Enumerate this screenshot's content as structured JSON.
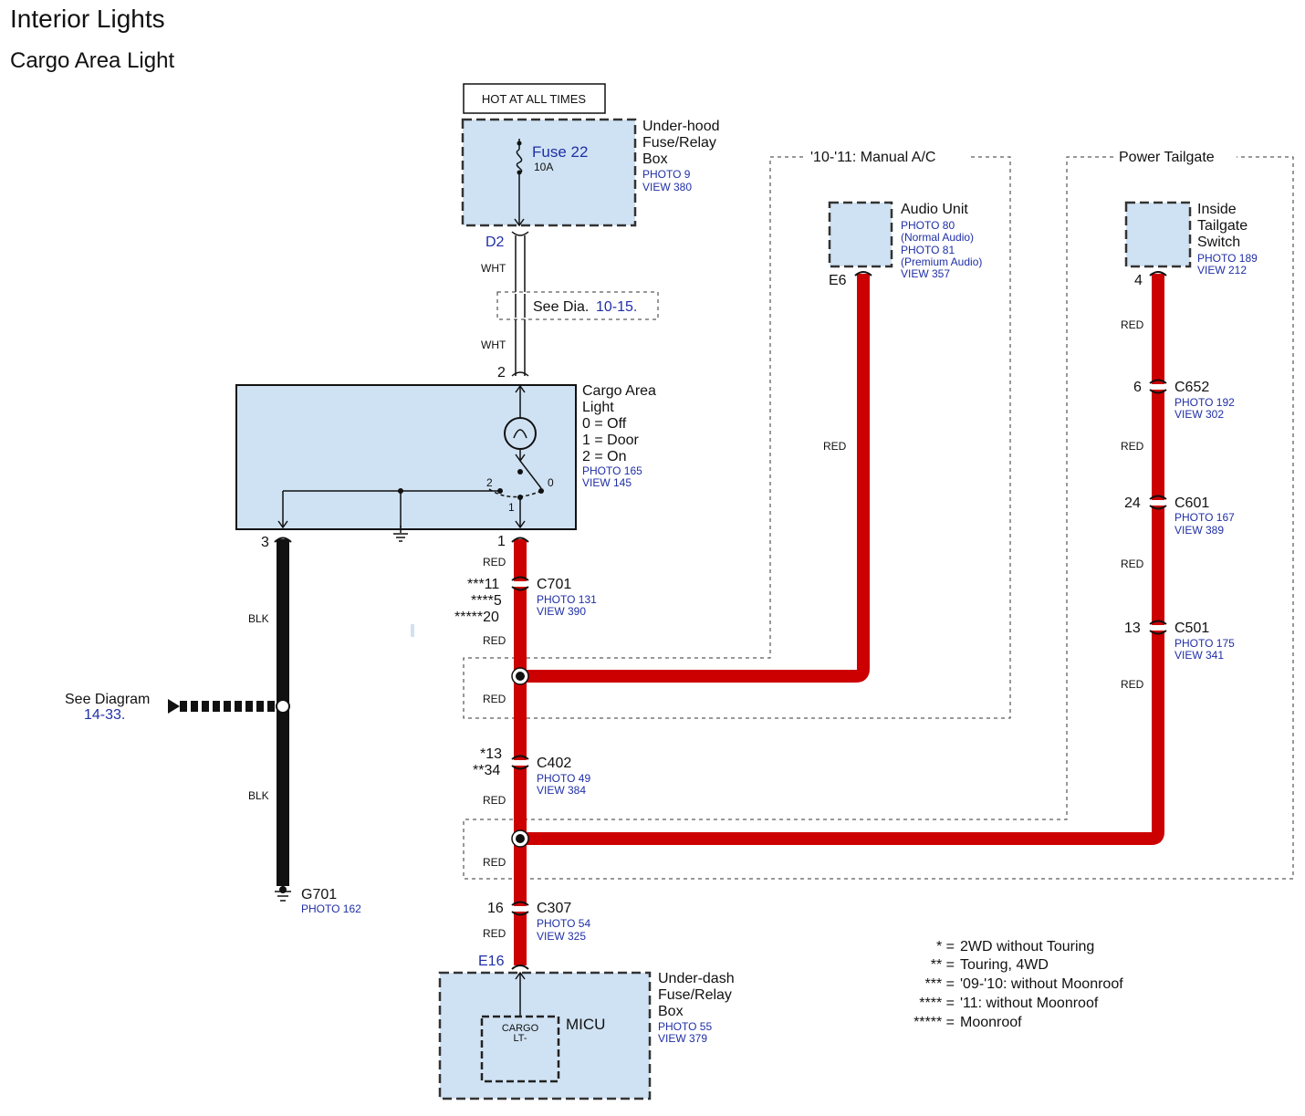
{
  "header": {
    "title": "Interior Lights",
    "subtitle": "Cargo Area Light"
  },
  "colors": {
    "wire_red": "#cc0000",
    "wire_black": "#111111",
    "component_fill": "#cfe2f3",
    "ref_blue": "#1f2fa6"
  },
  "hot_label": "HOT AT ALL TIMES",
  "fuse": {
    "name": "Fuse 22",
    "rating": "10A"
  },
  "underhood_box": {
    "line1": "Under-hood",
    "line2": "Fuse/Relay",
    "line3": "Box",
    "photo": "PHOTO 9",
    "view": "VIEW 380"
  },
  "terminals": {
    "d2": "D2",
    "e6": "E6",
    "e16": "E16",
    "t4": "4",
    "t2": "2",
    "t1": "1",
    "t3": "3"
  },
  "wire_labels": {
    "wht": "WHT",
    "red": "RED",
    "blk": "BLK"
  },
  "see_dia": {
    "prefix": "See Dia.",
    "ref": "10-15."
  },
  "cargo_light": {
    "line1": "Cargo Area",
    "line2": "Light",
    "pos0": "0 = Off",
    "pos1": "1 = Door",
    "pos2": "2 = On",
    "photo": "PHOTO 165",
    "view": "VIEW 145",
    "sw0": "0",
    "sw1": "1",
    "sw2": "2"
  },
  "manual_ac_region": "'10-'11: Manual A/C",
  "power_tailgate_region": "Power Tailgate",
  "audio_unit": {
    "name": "Audio Unit",
    "photo80": "PHOTO 80",
    "normal": "(Normal Audio)",
    "photo81": "PHOTO 81",
    "premium": "(Premium Audio)",
    "view": "VIEW 357"
  },
  "tailgate_switch": {
    "line1": "Inside",
    "line2": "Tailgate",
    "line3": "Switch",
    "photo": "PHOTO 189",
    "view": "VIEW 212"
  },
  "c652": {
    "name": "C652",
    "pin": "6",
    "photo": "PHOTO 192",
    "view": "VIEW 302"
  },
  "c601": {
    "name": "C601",
    "pin": "24",
    "photo": "PHOTO 167",
    "view": "VIEW 389"
  },
  "c501": {
    "name": "C501",
    "pin": "13",
    "photo": "PHOTO 175",
    "view": "VIEW 341"
  },
  "c701": {
    "name": "C701",
    "pin_a": "***11",
    "pin_b": "****5",
    "pin_c": "*****20",
    "photo": "PHOTO 131",
    "view": "VIEW 390"
  },
  "c402": {
    "name": "C402",
    "pin_a": "*13",
    "pin_b": "**34",
    "photo": "PHOTO 49",
    "view": "VIEW 384"
  },
  "c307": {
    "name": "C307",
    "pin": "16",
    "photo": "PHOTO 54",
    "view": "VIEW 325"
  },
  "see_diagram_left": {
    "prefix": "See Diagram",
    "ref": "14-33."
  },
  "g701": {
    "name": "G701",
    "photo": "PHOTO 162"
  },
  "underdash_box": {
    "line1": "Under-dash",
    "line2": "Fuse/Relay",
    "line3": "Box",
    "photo": "PHOTO 55",
    "view": "VIEW 379"
  },
  "micu": {
    "name": "MICU",
    "pin_line1": "CARGO",
    "pin_line2": "LT-"
  },
  "legend": [
    {
      "sym": "* =",
      "text": "2WD without Touring"
    },
    {
      "sym": "** =",
      "text": "Touring, 4WD"
    },
    {
      "sym": "*** =",
      "text": "'09-'10: without Moonroof"
    },
    {
      "sym": "**** =",
      "text": "'11: without Moonroof"
    },
    {
      "sym": "***** =",
      "text": "Moonroof"
    }
  ]
}
